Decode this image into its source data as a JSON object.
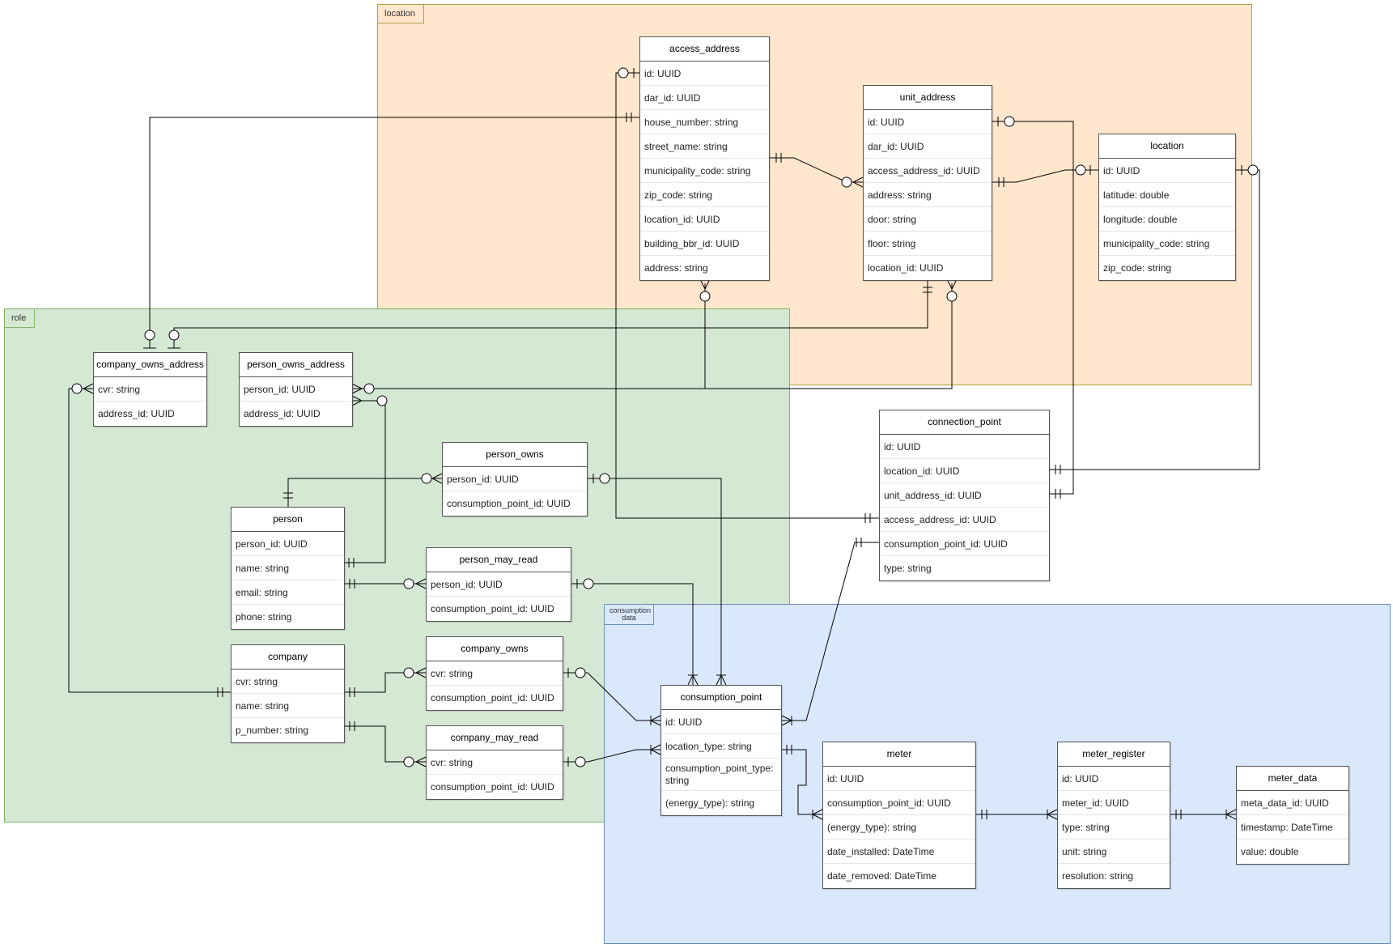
{
  "frames": {
    "location": "location",
    "role": "role",
    "consumption": "consumption data"
  },
  "entities": {
    "access_address": {
      "title": "access_address",
      "fields": [
        "id: UUID",
        "dar_id: UUID",
        "house_number: string",
        "street_name: string",
        "municipality_code: string",
        "zip_code: string",
        "location_id: UUID",
        "building_bbr_id: UUID",
        "address: string"
      ]
    },
    "unit_address": {
      "title": "unit_address",
      "fields": [
        "id: UUID",
        "dar_id: UUID",
        "access_address_id: UUID",
        "address: string",
        "door: string",
        "floor: string",
        "location_id: UUID"
      ]
    },
    "location": {
      "title": "location",
      "fields": [
        "id: UUID",
        "latitude: double",
        "longitude: double",
        "municipality_code: string",
        "zip_code: string"
      ]
    },
    "company_owns_address": {
      "title": "company_owns_address",
      "fields": [
        "cvr: string",
        "address_id: UUID"
      ]
    },
    "person_owns_address": {
      "title": "person_owns_address",
      "fields": [
        "person_id: UUID",
        "address_id: UUID"
      ]
    },
    "person_owns": {
      "title": "person_owns",
      "fields": [
        "person_id: UUID",
        "consumption_point_id: UUID"
      ]
    },
    "person": {
      "title": "person",
      "fields": [
        "person_id: UUID",
        "name: string",
        "email: string",
        "phone: string"
      ]
    },
    "person_may_read": {
      "title": "person_may_read",
      "fields": [
        "person_id: UUID",
        "consumption_point_id: UUID"
      ]
    },
    "company": {
      "title": "company",
      "fields": [
        "cvr: string",
        "name: string",
        "p_number: string"
      ]
    },
    "company_owns": {
      "title": "company_owns",
      "fields": [
        "cvr: string",
        "consumption_point_id: UUID"
      ]
    },
    "company_may_read": {
      "title": "company_may_read",
      "fields": [
        "cvr: string",
        "consumption_point_id: UUID"
      ]
    },
    "connection_point": {
      "title": "connection_point",
      "fields": [
        "id: UUID",
        "location_id: UUID",
        "unit_address_id: UUID",
        "access_address_id: UUID",
        "consumption_point_id: UUID",
        "type: string"
      ]
    },
    "consumption_point": {
      "title": "consumption_point",
      "fields": [
        "id: UUID",
        "location_type: string",
        "consumption_point_type: string",
        "(energy_type): string"
      ]
    },
    "meter": {
      "title": "meter",
      "fields": [
        "id: UUID",
        "consumption_point_id: UUID",
        "(energy_type): string",
        "date_installed: DateTime",
        "date_removed: DateTime"
      ]
    },
    "meter_register": {
      "title": "meter_register",
      "fields": [
        "id: UUID",
        "meter_id: UUID",
        "type: string",
        "unit: string",
        "resolution: string"
      ]
    },
    "meter_data": {
      "title": "meter_data",
      "fields": [
        "meta_data_id: UUID",
        "timestamp: DateTime",
        "value: double"
      ]
    }
  }
}
